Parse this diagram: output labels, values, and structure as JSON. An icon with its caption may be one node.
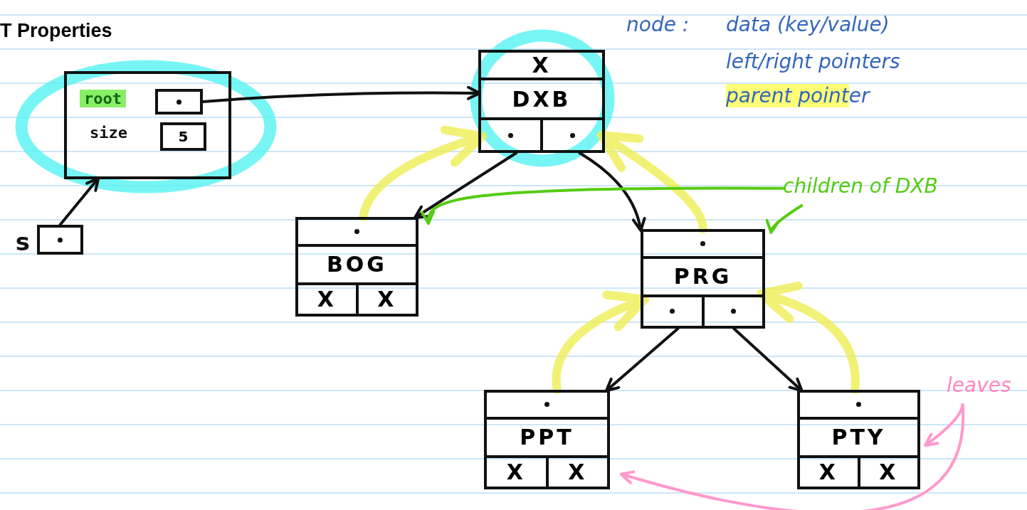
{
  "diagram": {
    "title": "T Properties",
    "nodes": [
      {
        "text": [
          "root",
          "size"
        ]
      },
      {
        "text": [],
        "shape": "box",
        "in": 0
      },
      {
        "text": [
          "5"
        ],
        "in": 0
      },
      {
        "text": [],
        "shape": "box",
        "beside": [
          "s"
        ]
      },
      {
        "text": [
          "X",
          "DXB"
        ]
      },
      {
        "text": [
          "BOG",
          "X",
          "X"
        ]
      },
      {
        "text": [
          "PRG"
        ]
      },
      {
        "text": [
          "PPT",
          "X",
          "X"
        ]
      },
      {
        "text": [
          "PTY",
          "X",
          "X"
        ]
      },
      {
        "text": [
          "children of DXB"
        ]
      },
      {
        "text": [
          "leaves"
        ]
      }
    ],
    "edges": [
      {
        "from": 1,
        "to": 4,
        "arrow": "to"
      },
      {
        "from": 3,
        "to": 0,
        "arrow": "to"
      },
      {
        "from": 4,
        "to": 5,
        "arrow": "to"
      },
      {
        "from": 4,
        "to": 6,
        "arrow": "to"
      },
      {
        "from": 6,
        "to": 7,
        "arrow": "to"
      },
      {
        "from": 6,
        "to": 8,
        "arrow": "to"
      },
      {
        "from": 5,
        "to": 4,
        "arrow": "to",
        "style": "thick",
        "color": "#eeee55"
      },
      {
        "from": 6,
        "to": 4,
        "arrow": "to",
        "style": "thick",
        "color": "#eeee55"
      },
      {
        "from": 7,
        "to": 6,
        "arrow": "to",
        "style": "thick",
        "color": "#eeee55"
      },
      {
        "from": 8,
        "to": 6,
        "arrow": "to",
        "style": "thick",
        "color": "#eeee55"
      },
      {
        "from": 9,
        "to": 5,
        "arrow": "to",
        "color": "#55cc11"
      },
      {
        "from": 9,
        "to": 6,
        "arrow": "to",
        "color": "#55cc11"
      },
      {
        "from": 10,
        "to": 8,
        "arrow": "to",
        "color": "#ff99cc"
      },
      {
        "from": 10,
        "to": 7,
        "arrow": "to",
        "color": "#ff99cc"
      }
    ],
    "labels": [
      "node :",
      "data (key/value)",
      "left/right pointers",
      "parent pointer"
    ]
  }
}
